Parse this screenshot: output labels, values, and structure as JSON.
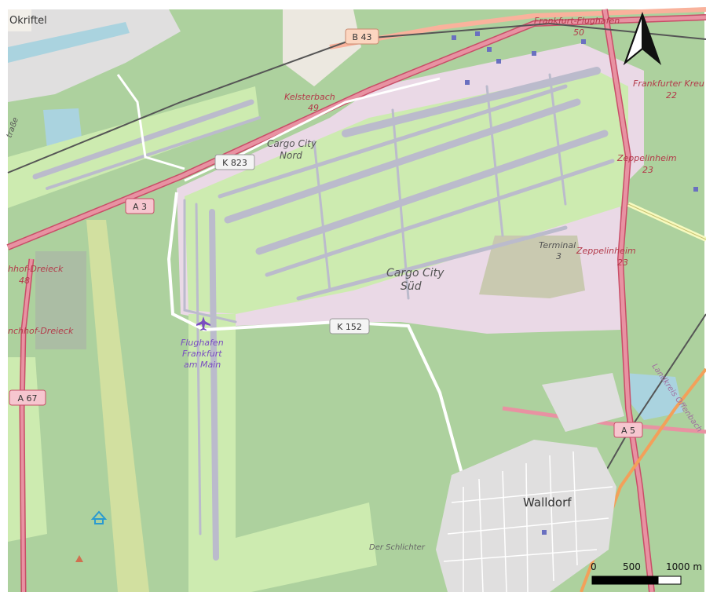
{
  "labels": {
    "okriftel": "Okriftel",
    "b43": "B 43",
    "ff_flughafen": "Frankfurt-Flughafen",
    "ff_flughafen_num": "50",
    "kelsterbach": "Kelsterbach",
    "kelsterbach_num": "49",
    "cargo_nord_1": "Cargo City",
    "cargo_nord_2": "Nord",
    "k823": "K 823",
    "a3": "A 3",
    "frankfurter_kreuz": "Frankfurter Kreu",
    "frankfurter_kreuz_num": "22",
    "zeppelinheim_top": "Zeppelinheim",
    "zeppelinheim_top_num": "23",
    "zeppelinheim_bot": "Zeppelinheim",
    "zeppelinheim_bot_num": "23",
    "terminal_1": "Terminal",
    "terminal_2": "3",
    "cargo_sud_1": "Cargo City",
    "cargo_sud_2": "Süd",
    "hof_dreieck_top": "hhof-Dreieck",
    "hof_dreieck_top_num": "48",
    "hof_dreieck_bot": "nchhof-Dreieck",
    "k152": "K 152",
    "airport_1": "Flughafen",
    "airport_2": "Frankfurt",
    "airport_3": "am Main",
    "a67": "A 67",
    "a5": "A 5",
    "walldorf": "Walldorf",
    "landkreis": "Landkreis Offenbach",
    "schlichter": "Der Schlichter",
    "strasse": "traße"
  },
  "scale": {
    "zero": "0",
    "mid": "500",
    "end": "1000 m"
  },
  "colors": {
    "forest": "#add19e",
    "runway": "#bbbbcc",
    "motorway": "#e892a2",
    "trunk": "#f9b29c",
    "residential": "#e0dfdf",
    "airport_area": "#ead9e6",
    "grass": "#cdebb0",
    "water": "#aad3df",
    "label_red": "#b33a4a",
    "label_purple": "#7a4ec0"
  },
  "icons": {
    "north": "north-arrow-icon",
    "plane": "airplane-icon",
    "shelter": "shelter-icon"
  }
}
